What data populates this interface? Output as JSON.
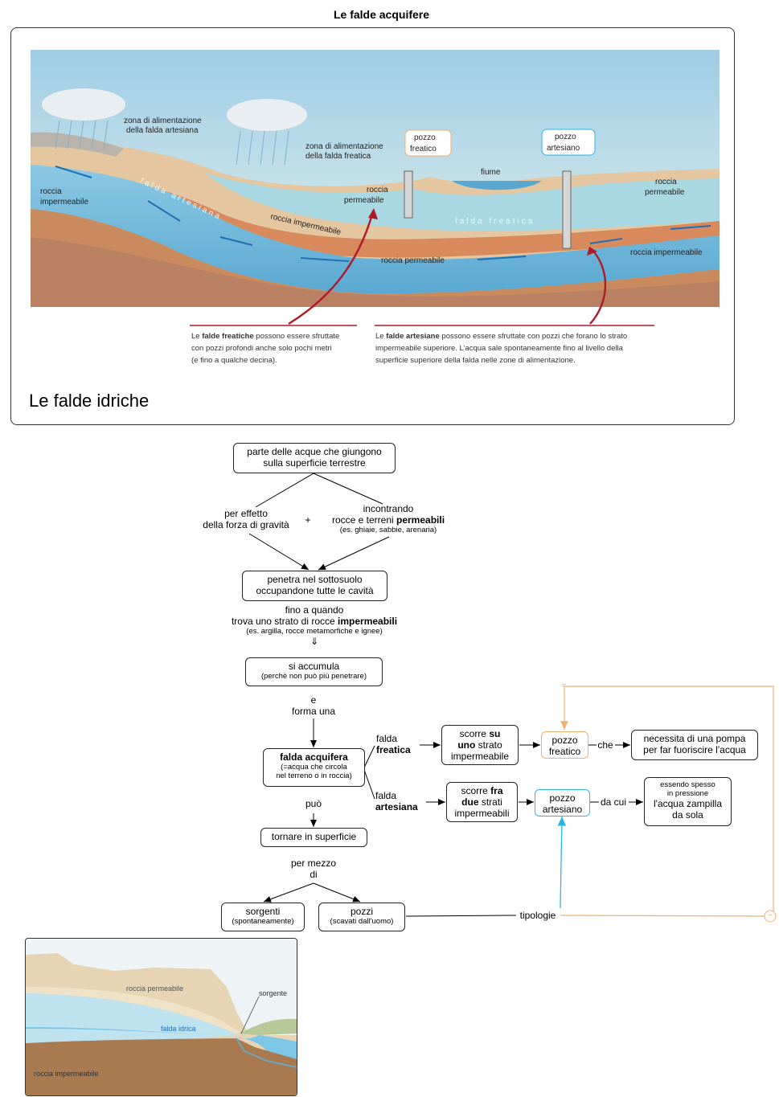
{
  "page": {
    "title": "Le falde acquifere",
    "panel_caption": "Le falde idriche"
  },
  "illustration": {
    "labels": {
      "zona_artesiana": [
        "zona di alimentazione",
        "della falda artesiana"
      ],
      "zona_freatica": [
        "zona di alimentazione",
        "della falda freatica"
      ],
      "pozzo_freatico": [
        "pozzo",
        "freatico"
      ],
      "pozzo_artesiano": [
        "pozzo",
        "artesiano"
      ],
      "fiume": "fiume",
      "roccia_perm_right": [
        "roccia",
        "permeabile"
      ],
      "roccia_imp_left": [
        "roccia",
        "impermeabile"
      ],
      "falda_artesiana": "falda artesiana",
      "roccia_imp_mid": "roccia impermeabile",
      "roccia_perm_mid": [
        "roccia",
        "permeabile"
      ],
      "falda_freatica": "falda freatica",
      "roccia_perm_low": "roccia  permeabile",
      "roccia_imp_right": "roccia impermeabile"
    },
    "note_left": {
      "bold": "falde freatiche",
      "lines": [
        "Le ",
        " possono essere sfruttate",
        "con pozzi profondi anche solo pochi metri",
        "(e fino a qualche decina)."
      ]
    },
    "note_right": {
      "bold": "falde artesiane",
      "lines": [
        "Le ",
        " possono essere sfruttate con pozzi che forano lo strato",
        "impermeabile superiore. L’acqua sale spontaneamente fino al livello della",
        "superficie superiore della falda nelle zone di alimentazione."
      ]
    }
  },
  "map": {
    "start": [
      "parte delle acque che giungono",
      "sulla superficie terrestre"
    ],
    "gravita": [
      "per effetto",
      "della forza di gravità"
    ],
    "plus": "+",
    "incontrando": [
      "incontrando",
      "rocce e terreni ",
      "permeabili"
    ],
    "incontrando_ex": "(es. ghiaie, sabbie, arenaria)",
    "penetra": [
      "penetra nel sottosuolo",
      "occupandone tutte le cavità"
    ],
    "fino": [
      "fino a quando",
      "trova uno strato di rocce ",
      "impermeabili"
    ],
    "fino_ex": "(es. argilla, rocce metamorfiche e ignee)",
    "down_arrow": "⇓",
    "accumula": "si accumula",
    "accumula_sub": "(perchè non può più penetrare)",
    "e_forma": [
      "e",
      "forma una"
    ],
    "falda_acquifera": "falda acquifera",
    "falda_acquifera_sub": [
      "(=acqua che circola",
      "nel terreno o in roccia)"
    ],
    "falda_freatica": [
      "falda",
      "freatica"
    ],
    "falda_artesiana": [
      "falda",
      "artesiana"
    ],
    "scorre_su": [
      "scorre ",
      "su",
      "uno",
      " strato",
      "impermeabile"
    ],
    "scorre_fra": [
      "scorre ",
      "fra",
      "due",
      " strati",
      "impermeabili"
    ],
    "pozzo_freatico": [
      "pozzo",
      "freatico"
    ],
    "pozzo_artesiano": [
      "pozzo",
      "artesiano"
    ],
    "che": "che",
    "da_cui": "da cui",
    "pompa": [
      "necessita di una pompa",
      "per far fuoriscire l'acqua"
    ],
    "pressione_small": [
      "essendo spesso",
      "in pressione"
    ],
    "zampilla": [
      "l'acqua zampilla",
      "da sola"
    ],
    "puo": "può",
    "tornare": "tornare in superficie",
    "per_mezzo": [
      "per mezzo",
      "di"
    ],
    "sorgenti": "sorgenti",
    "sorgenti_sub": "(spontaneamente)",
    "pozzi": "pozzi",
    "pozzi_sub": "(scavati dall'uomo)",
    "tipologie": "tipologie",
    "fold_top": "≈",
    "fold_bottom": "–"
  },
  "bottom_illustration": {
    "roccia_permeabile": "roccia permeabile",
    "sorgente": "sorgente",
    "falda_idrica": "falda idrica",
    "roccia_impermeabile": "roccia impermeabile"
  },
  "colors": {
    "orange_link": "#f0b070",
    "cyan_link": "#2ab7e6",
    "red_arrow": "#b0192a",
    "water_blue": "#3a8fc4"
  }
}
